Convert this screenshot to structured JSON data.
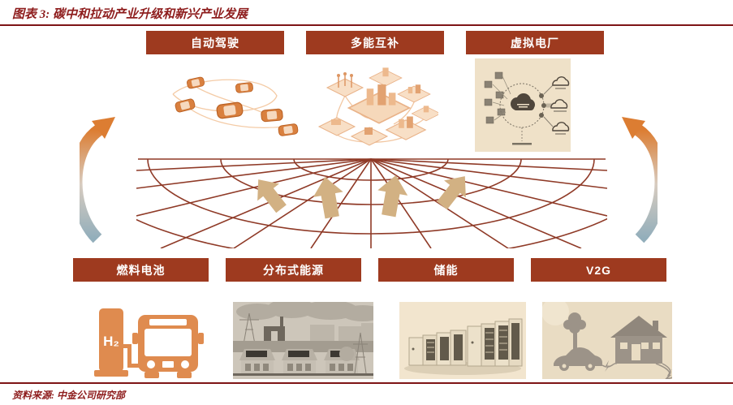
{
  "header": {
    "title": "图表 3: 碳中和拉动产业升级和新兴产业发展"
  },
  "footer": {
    "source": "资料来源: 中金公司研究部"
  },
  "colors": {
    "title-red": "#8E1D1D",
    "rule-maroon": "#7E1416",
    "label-red": "#9E3A1F",
    "web-line": "#8F3A27",
    "arrow-tan": "#D2B183",
    "cycle-orange": "#DC7D32",
    "cycle-blue": "#92AEBB",
    "icon-orange": "#DF8B4F"
  },
  "top_row": [
    {
      "label": "自动驾驶",
      "icon": "connected-cars-illustration"
    },
    {
      "label": "多能互补",
      "icon": "multi-energy-network-illustration"
    },
    {
      "label": "虚拟电厂",
      "icon": "virtual-power-plant-diagram"
    }
  ],
  "bottom_row": [
    {
      "label": "燃料电池",
      "icon": "hydrogen-bus-icon"
    },
    {
      "label": "分布式能源",
      "icon": "distributed-energy-illustration"
    },
    {
      "label": "储能",
      "icon": "battery-storage-illustration"
    },
    {
      "label": "V2G",
      "icon": "vehicle-to-grid-illustration"
    }
  ],
  "fuel_station_label": "H₂"
}
